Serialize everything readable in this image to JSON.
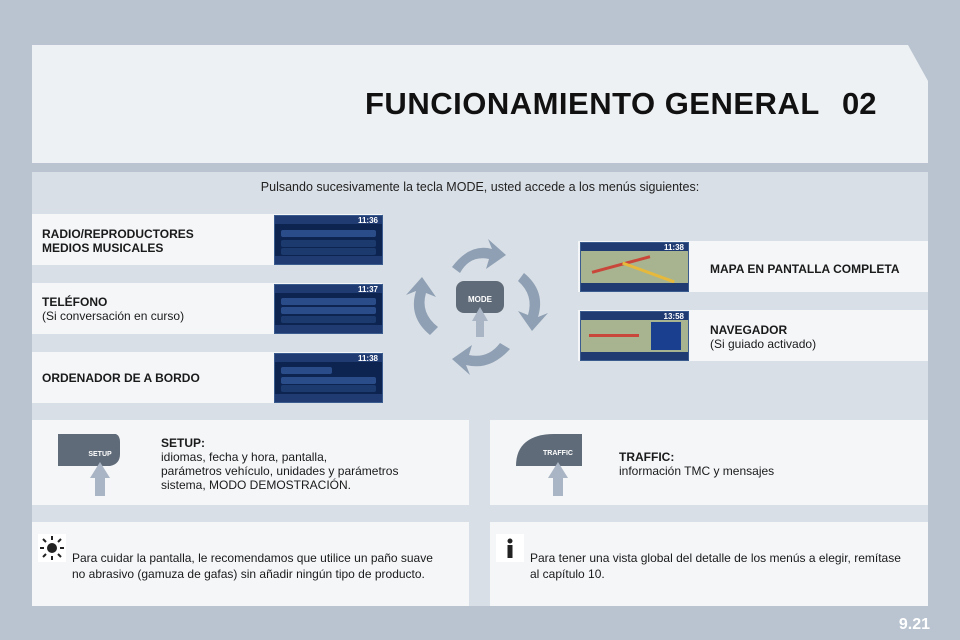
{
  "header": {
    "title": "FUNCIONAMIENTO GENERAL",
    "chapter": "02"
  },
  "intro": "Pulsando sucesivamente la tecla MODE, usted accede a los menús siguientes:",
  "left_menus": [
    {
      "title_line1": "RADIO/REPRODUCTORES",
      "title_line2": "MEDIOS MUSICALES",
      "time": "11:36"
    },
    {
      "title": "TELÉFONO",
      "subtitle": "(Si conversación en curso)",
      "time": "11:37"
    },
    {
      "title": "ORDENADOR DE A BORDO",
      "time": "11:38"
    }
  ],
  "right_menus": [
    {
      "title": "MAPA EN PANTALLA COMPLETA",
      "time": "11:38"
    },
    {
      "title": "NAVEGADOR",
      "subtitle": "(Si guiado activado)",
      "time": "13:58"
    }
  ],
  "mode_button": {
    "label": "MODE"
  },
  "setup": {
    "key_label": "SETUP",
    "title": "SETUP:",
    "lines": [
      "idiomas, fecha y hora, pantalla,",
      "parámetros vehículo, unidades y parámetros",
      "sistema, MODO DEMOSTRACIÓN."
    ]
  },
  "traffic": {
    "key_label": "TRAFFIC",
    "title": "TRAFFIC:",
    "line": "información TMC y mensajes"
  },
  "tips": {
    "left": [
      "Para cuidar la pantalla, le recomendamos que utilice un paño suave",
      "no abrasivo (gamuza de gafas) sin añadir ningún tipo de producto."
    ],
    "right": [
      "Para tener una vista global del detalle de los menús a elegir, remítase",
      "al capítulo 10."
    ]
  },
  "page_number": "9.21",
  "colors": {
    "background": "#b9c4d0",
    "panel": "#d9dfe6",
    "row": "#f4f6f8",
    "key": "#5f6b78",
    "arrow": "#8fa0b4"
  }
}
